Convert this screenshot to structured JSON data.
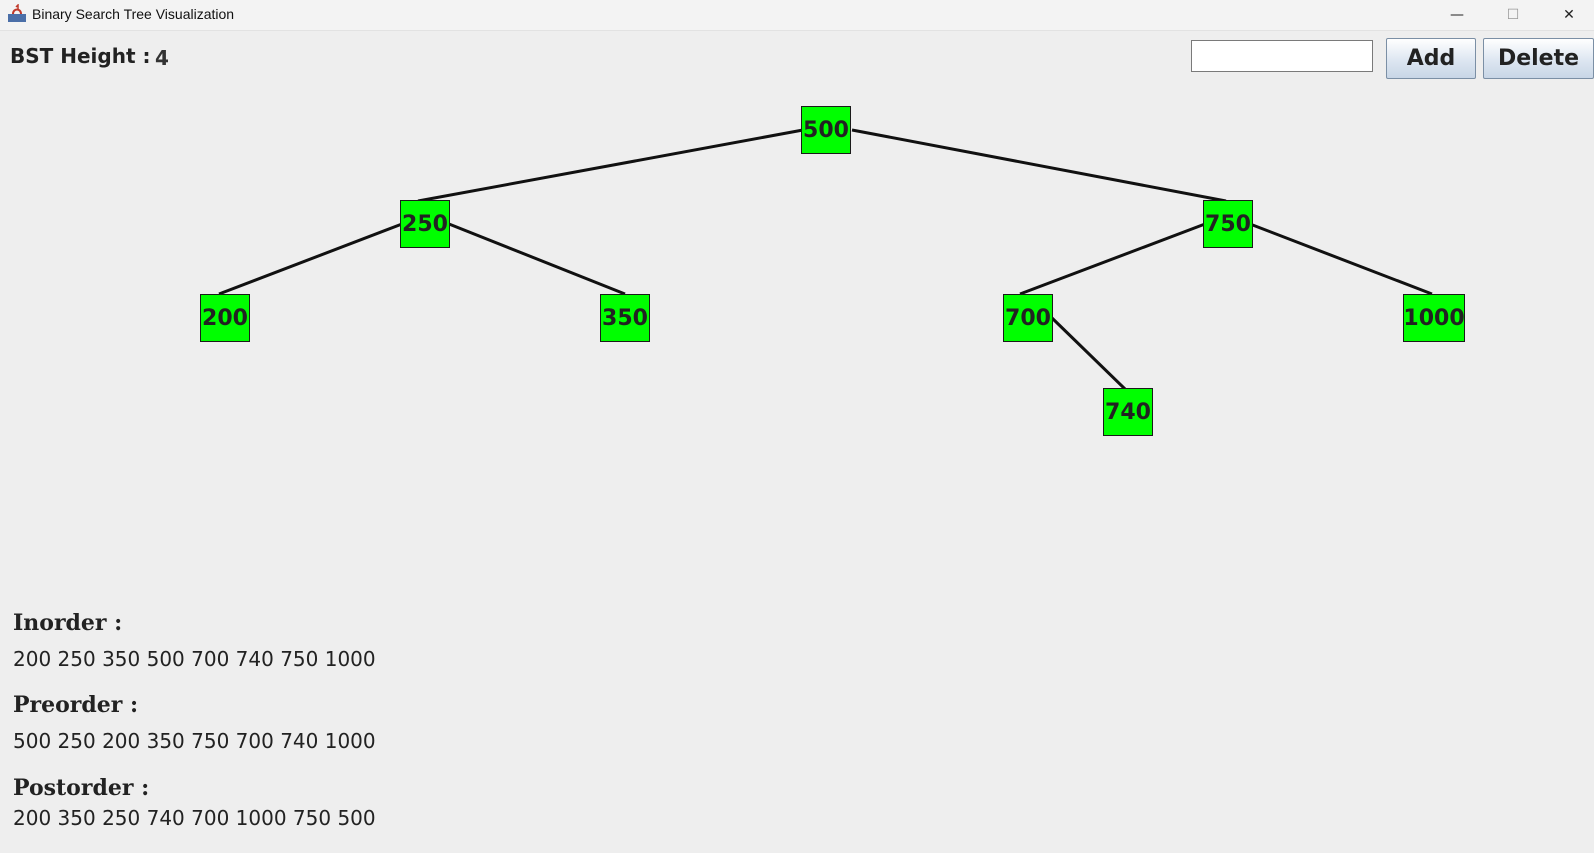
{
  "window": {
    "title": "Binary Search Tree Visualization",
    "controls": {
      "minimize": "—",
      "maximize": "☐",
      "close": "✕"
    }
  },
  "toolbar": {
    "height_label": "BST Height :",
    "height_value": "4",
    "input_value": "",
    "add_label": "Add",
    "delete_label": "Delete"
  },
  "tree": {
    "node_color": "#00ff00",
    "nodes": {
      "n500": "500",
      "n250": "250",
      "n750": "750",
      "n200": "200",
      "n350": "350",
      "n700": "700",
      "n1000": "1000",
      "n740": "740"
    }
  },
  "traversals": {
    "inorder": {
      "title": "Inorder :",
      "values": "200 250 350 500 700 740 750 1000"
    },
    "preorder": {
      "title": "Preorder :",
      "values": "500 250 200 350 750 700 740 1000"
    },
    "postorder": {
      "title": "Postorder :",
      "values": "200 350 250 740 700 1000 750 500"
    }
  }
}
